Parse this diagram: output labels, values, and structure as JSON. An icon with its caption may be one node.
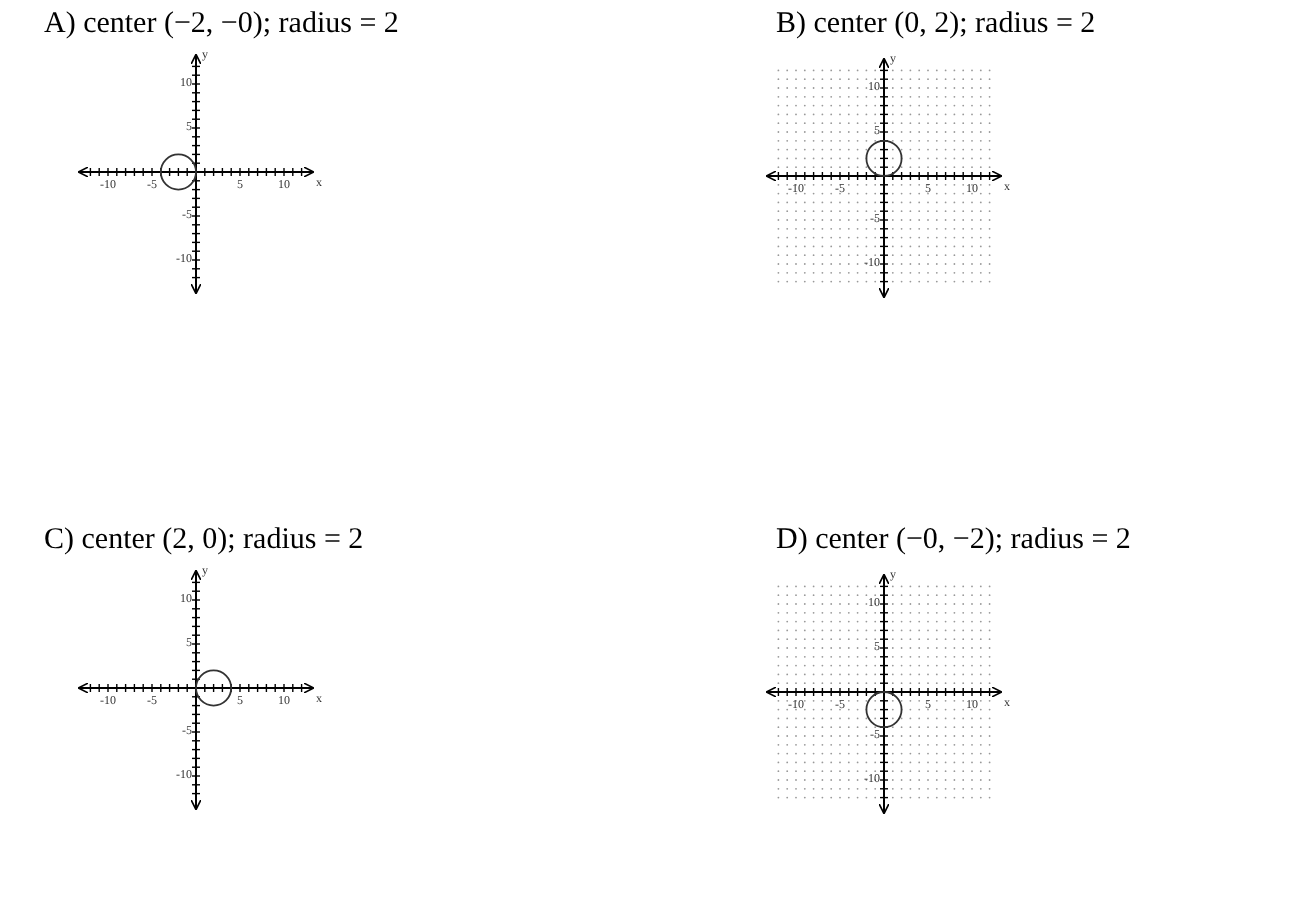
{
  "diagram": {
    "labels": [
      "A) center (−2, −0); radius = 2",
      "y",
      "10",
      "5",
      "-5",
      "-10",
      "-10",
      "-5",
      "5",
      "10",
      "x",
      "B) center (0, 2); radius = 2",
      "y",
      "10",
      "5",
      "-5",
      "-10",
      "-10",
      "-5",
      "5",
      "10",
      "x",
      "C) center (2, 0); radius = 2",
      "y",
      "10",
      "5",
      "-5",
      "-10",
      "-10",
      "-5",
      "5",
      "10",
      "x",
      "D) center (−0, −2); radius = 2",
      "y",
      "10",
      "5",
      "-5",
      "-10",
      "-10",
      "-5",
      "5",
      "10",
      "x"
    ]
  }
}
